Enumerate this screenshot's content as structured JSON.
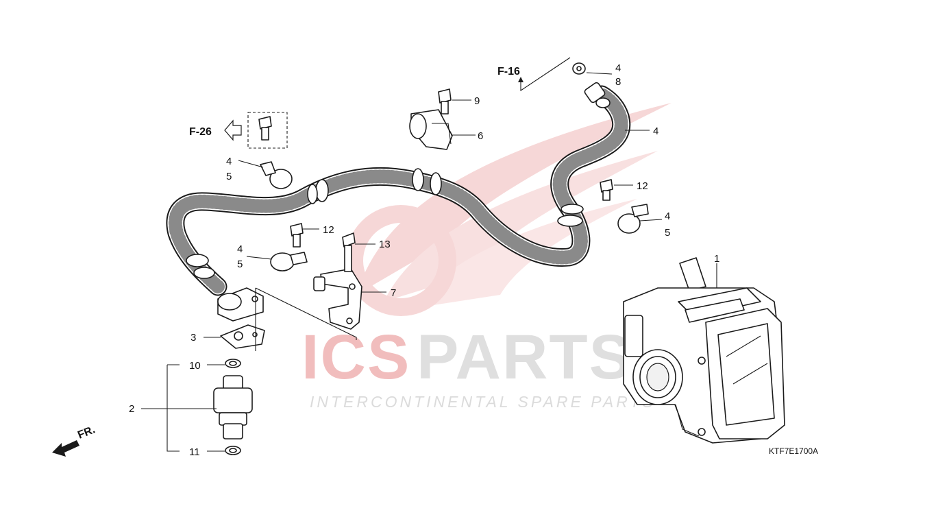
{
  "diagram": {
    "code": "KTF7E1700A",
    "front_marker": "FR.",
    "references": [
      {
        "id": "ref-f26",
        "text": "F-26"
      },
      {
        "id": "ref-f16",
        "text": "F-16"
      }
    ],
    "callouts": {
      "c1": "1",
      "c2": "2",
      "c3": "3",
      "c4a": "4",
      "c4b": "4",
      "c4c": "4",
      "c4d": "4",
      "c4e": "4",
      "c5a": "5",
      "c5b": "5",
      "c5c": "5",
      "c6": "6",
      "c7": "7",
      "c8": "8",
      "c9": "9",
      "c10": "10",
      "c11": "11",
      "c12a": "12",
      "c12b": "12",
      "c13": "13"
    }
  },
  "watermark": {
    "brand_part1": "ICS",
    "brand_part2": "PARTS",
    "tagline": "INTERCONTINENTAL SPARE PARTS",
    "colors": {
      "red": "#f0b6b6",
      "gray": "#dcdcdc"
    }
  }
}
